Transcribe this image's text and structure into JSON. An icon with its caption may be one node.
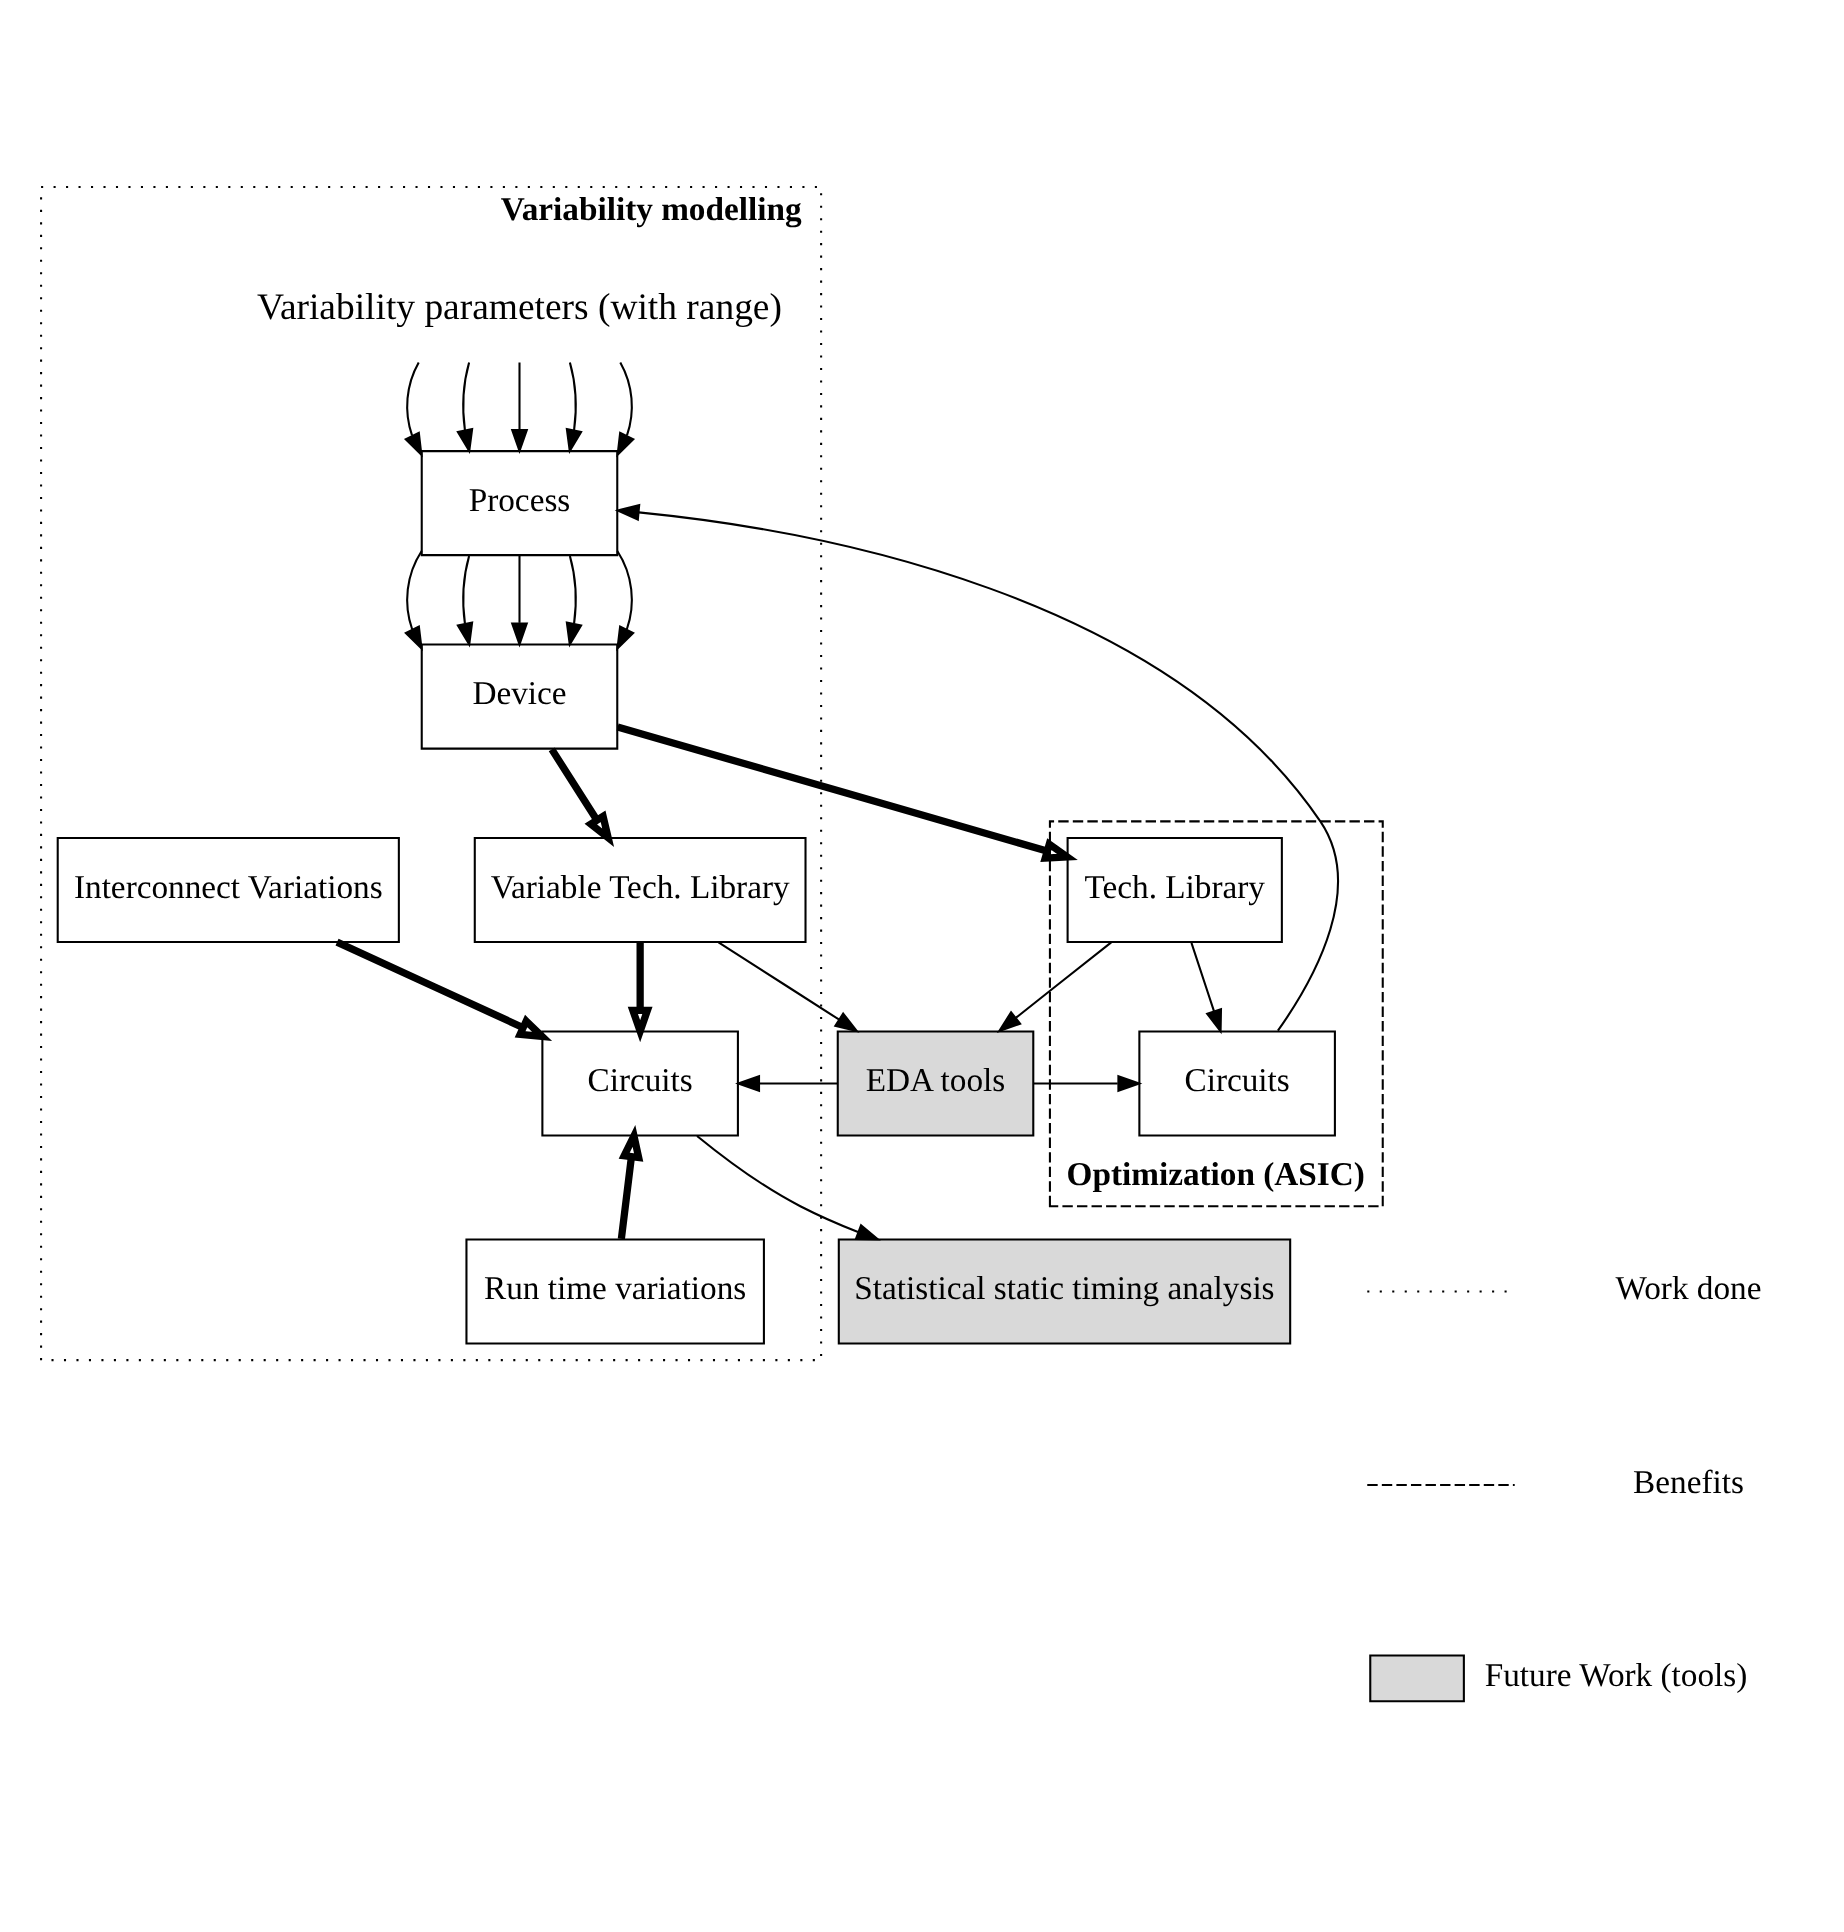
{
  "diagram": {
    "nodes": [
      {
        "text": [
          "Variability modelling"
        ]
      },
      {
        "text": [
          "Variability parameters (with range)"
        ],
        "in": 0
      },
      {
        "text": [
          "Process"
        ],
        "in": 0
      },
      {
        "text": [
          "Device"
        ],
        "in": 0
      },
      {
        "text": [
          "Variable Tech. Library"
        ],
        "in": 0
      },
      {
        "text": [
          "Interconnect Variations"
        ],
        "in": 0
      },
      {
        "text": [
          "Circuits"
        ],
        "in": 0
      },
      {
        "text": [
          "Run time variations"
        ],
        "in": 0
      },
      {
        "text": [
          "Statistical static timing analysis"
        ]
      },
      {
        "text": [
          "Optimization (ASIC)"
        ]
      },
      {
        "text": [
          "Tech. Library"
        ],
        "in": 9
      },
      {
        "text": [
          "Circuits"
        ],
        "in": 9
      },
      {
        "text": [
          "EDA tools"
        ]
      }
    ],
    "edges": [
      {
        "from": 1,
        "to": 2,
        "arrow": "to"
      },
      {
        "from": 1,
        "to": 2,
        "arrow": "to"
      },
      {
        "from": 1,
        "to": 2,
        "arrow": "to"
      },
      {
        "from": 1,
        "to": 2,
        "arrow": "to"
      },
      {
        "from": 1,
        "to": 2,
        "arrow": "to"
      },
      {
        "from": 2,
        "to": 3,
        "arrow": "to"
      },
      {
        "from": 2,
        "to": 3,
        "arrow": "to"
      },
      {
        "from": 2,
        "to": 3,
        "arrow": "to"
      },
      {
        "from": 2,
        "to": 3,
        "arrow": "to"
      },
      {
        "from": 2,
        "to": 3,
        "arrow": "to"
      },
      {
        "from": 3,
        "to": 4,
        "arrow": "to",
        "style": "thick"
      },
      {
        "from": 4,
        "to": 6,
        "arrow": "to",
        "style": "thick"
      },
      {
        "from": 5,
        "to": 6,
        "arrow": "to",
        "style": "thick"
      },
      {
        "from": 7,
        "to": 6,
        "arrow": "to",
        "style": "thick"
      },
      {
        "from": 3,
        "to": 10,
        "arrow": "to",
        "style": "thick"
      },
      {
        "from": 6,
        "to": 8,
        "arrow": "to"
      },
      {
        "from": 12,
        "to": 6,
        "arrow": "to"
      },
      {
        "from": 4,
        "to": 12,
        "arrow": "to"
      },
      {
        "from": 10,
        "to": 12,
        "arrow": "to"
      },
      {
        "from": 10,
        "to": 11,
        "arrow": "to"
      },
      {
        "from": 12,
        "to": 11,
        "arrow": "to"
      },
      {
        "from": 11,
        "to": 2,
        "arrow": "to"
      }
    ],
    "legend": [
      {
        "text": "Work done"
      },
      {
        "text": "Benefits"
      },
      {
        "text": "Future Work (tools)",
        "color": "#d9d9d9"
      }
    ]
  }
}
